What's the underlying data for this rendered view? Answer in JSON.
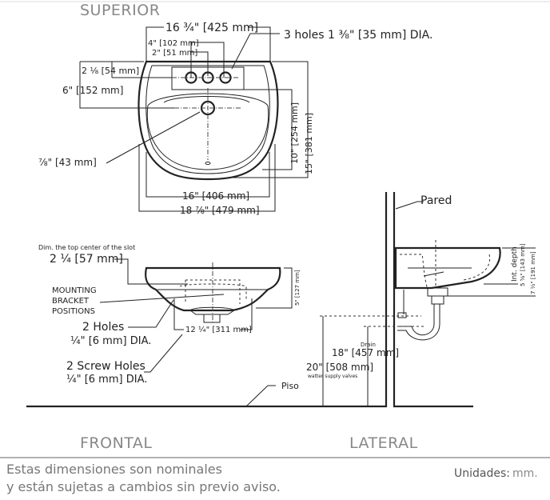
{
  "views": {
    "top": "SUPERIOR",
    "front": "FRONTAL",
    "side": "LATERAL"
  },
  "top_dims": {
    "width_top": "16 ¾\" [425 mm]",
    "holes_note": "3 holes 1 ⅜\" [35 mm] DIA.",
    "spread4": "4\" [102 mm]",
    "spread2": "2\" [51 mm]",
    "back_to_holes": "2 ⅛ [54 mm]",
    "back_to_drain": "6\" [152 mm]",
    "drain_dia": "⅞\" [43 mm]",
    "bowl_depth": "10\" [254 mm]",
    "overall_depth": "15\" [381 mm]",
    "bowl_width": "16\" [406 mm]",
    "overall_width": "18 ⅞\" [479 mm]"
  },
  "front_dims": {
    "slot_note": "Dim. the top center of the slot",
    "slot": "2 ¼ [57 mm]",
    "bracket": [
      "MOUNTING",
      "BRACKET",
      "POSITIONS"
    ],
    "holes": [
      "2 Holes",
      "¼\" [6 mm] DIA."
    ],
    "screw_holes": [
      "2 Screw Holes",
      "¼\" [6 mm] DIA."
    ],
    "height": "5\" [127 mm]",
    "spacing": "12 ¼\" [311 mm]",
    "floor": "Piso"
  },
  "side_dims": {
    "wall": "Pared",
    "int_depth": "Int. depth",
    "int_depth_val": "5 ⅝\" [143 mm]",
    "total_depth": "7 ½\" [191 mm]",
    "drain_label": "Drain",
    "drain": "18\" [457 mm]",
    "supply": "20\" [508 mm]",
    "supply_label": "watter supply valves"
  },
  "footer": {
    "note1": "Estas dimensiones son nominales",
    "note2": "y están sujetas a cambios sin previo aviso.",
    "units_label": "Unidades:",
    "units_value": "mm."
  }
}
